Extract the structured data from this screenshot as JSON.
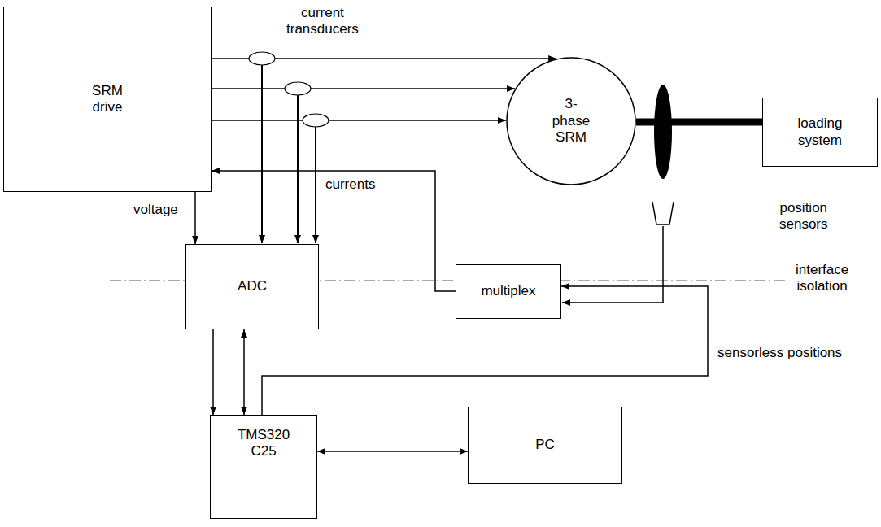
{
  "diagram": {
    "nodes": [
      {
        "text": [
          "SRM drive"
        ]
      },
      {
        "text": [
          "3-phase SRM"
        ]
      },
      {
        "text": [
          "loading system"
        ]
      },
      {
        "text": [
          "ADC"
        ]
      },
      {
        "text": [
          "multiplex"
        ]
      },
      {
        "text": [
          "TMS320 C25"
        ]
      },
      {
        "text": [
          "PC"
        ]
      }
    ],
    "edges": [
      {
        "from": 0,
        "to": 1,
        "arrow": "to"
      },
      {
        "from": 0,
        "to": 1,
        "arrow": "to"
      },
      {
        "from": 0,
        "to": 1,
        "arrow": "to"
      },
      {
        "from": 1,
        "to": 2,
        "arrow": "none"
      },
      {
        "from": 0,
        "to": 3,
        "label": "voltage",
        "arrow": "to"
      },
      {
        "from": 4,
        "to": 0,
        "arrow": "to"
      },
      {
        "from": 3,
        "to": 5,
        "arrow": "to"
      },
      {
        "from": 3,
        "to": 5,
        "arrow": "both"
      },
      {
        "from": 5,
        "to": 4,
        "label": "sensorless positions",
        "arrow": "to"
      },
      {
        "from": 5,
        "to": 6,
        "arrow": "both"
      }
    ],
    "labels": [
      "current transducers",
      "currents",
      "position sensors",
      "interface isolation"
    ]
  }
}
